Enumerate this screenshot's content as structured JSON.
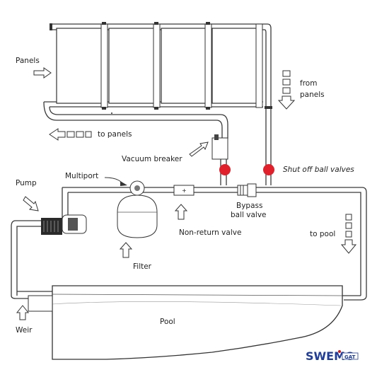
{
  "labels": {
    "panels": "Panels",
    "to_panels": "to panels",
    "from_panels_line1": "from",
    "from_panels_line2": "panels",
    "vacuum_breaker": "Vacuum breaker",
    "shut_off": "Shut off ball valves",
    "multiport": "Multiport",
    "pump": "Pump",
    "bypass_line1": "Bypass",
    "bypass_line2": "ball valve",
    "to_pool": "to pool",
    "non_return": "Non-return valve",
    "filter": "Filter",
    "pool": "Pool",
    "weir": "Weir"
  },
  "logo": {
    "text": "SWEMO",
    "subtext": "GAT",
    "color": "#1f3d99",
    "accent": "#d01818"
  },
  "colors": {
    "valve": "#e0202a",
    "line": "#3a3a3a"
  },
  "icons": [
    "arrow-right-icon",
    "arrow-left-icon",
    "arrow-down-icon",
    "arrow-up-icon",
    "arrow-diagonal-icon"
  ]
}
